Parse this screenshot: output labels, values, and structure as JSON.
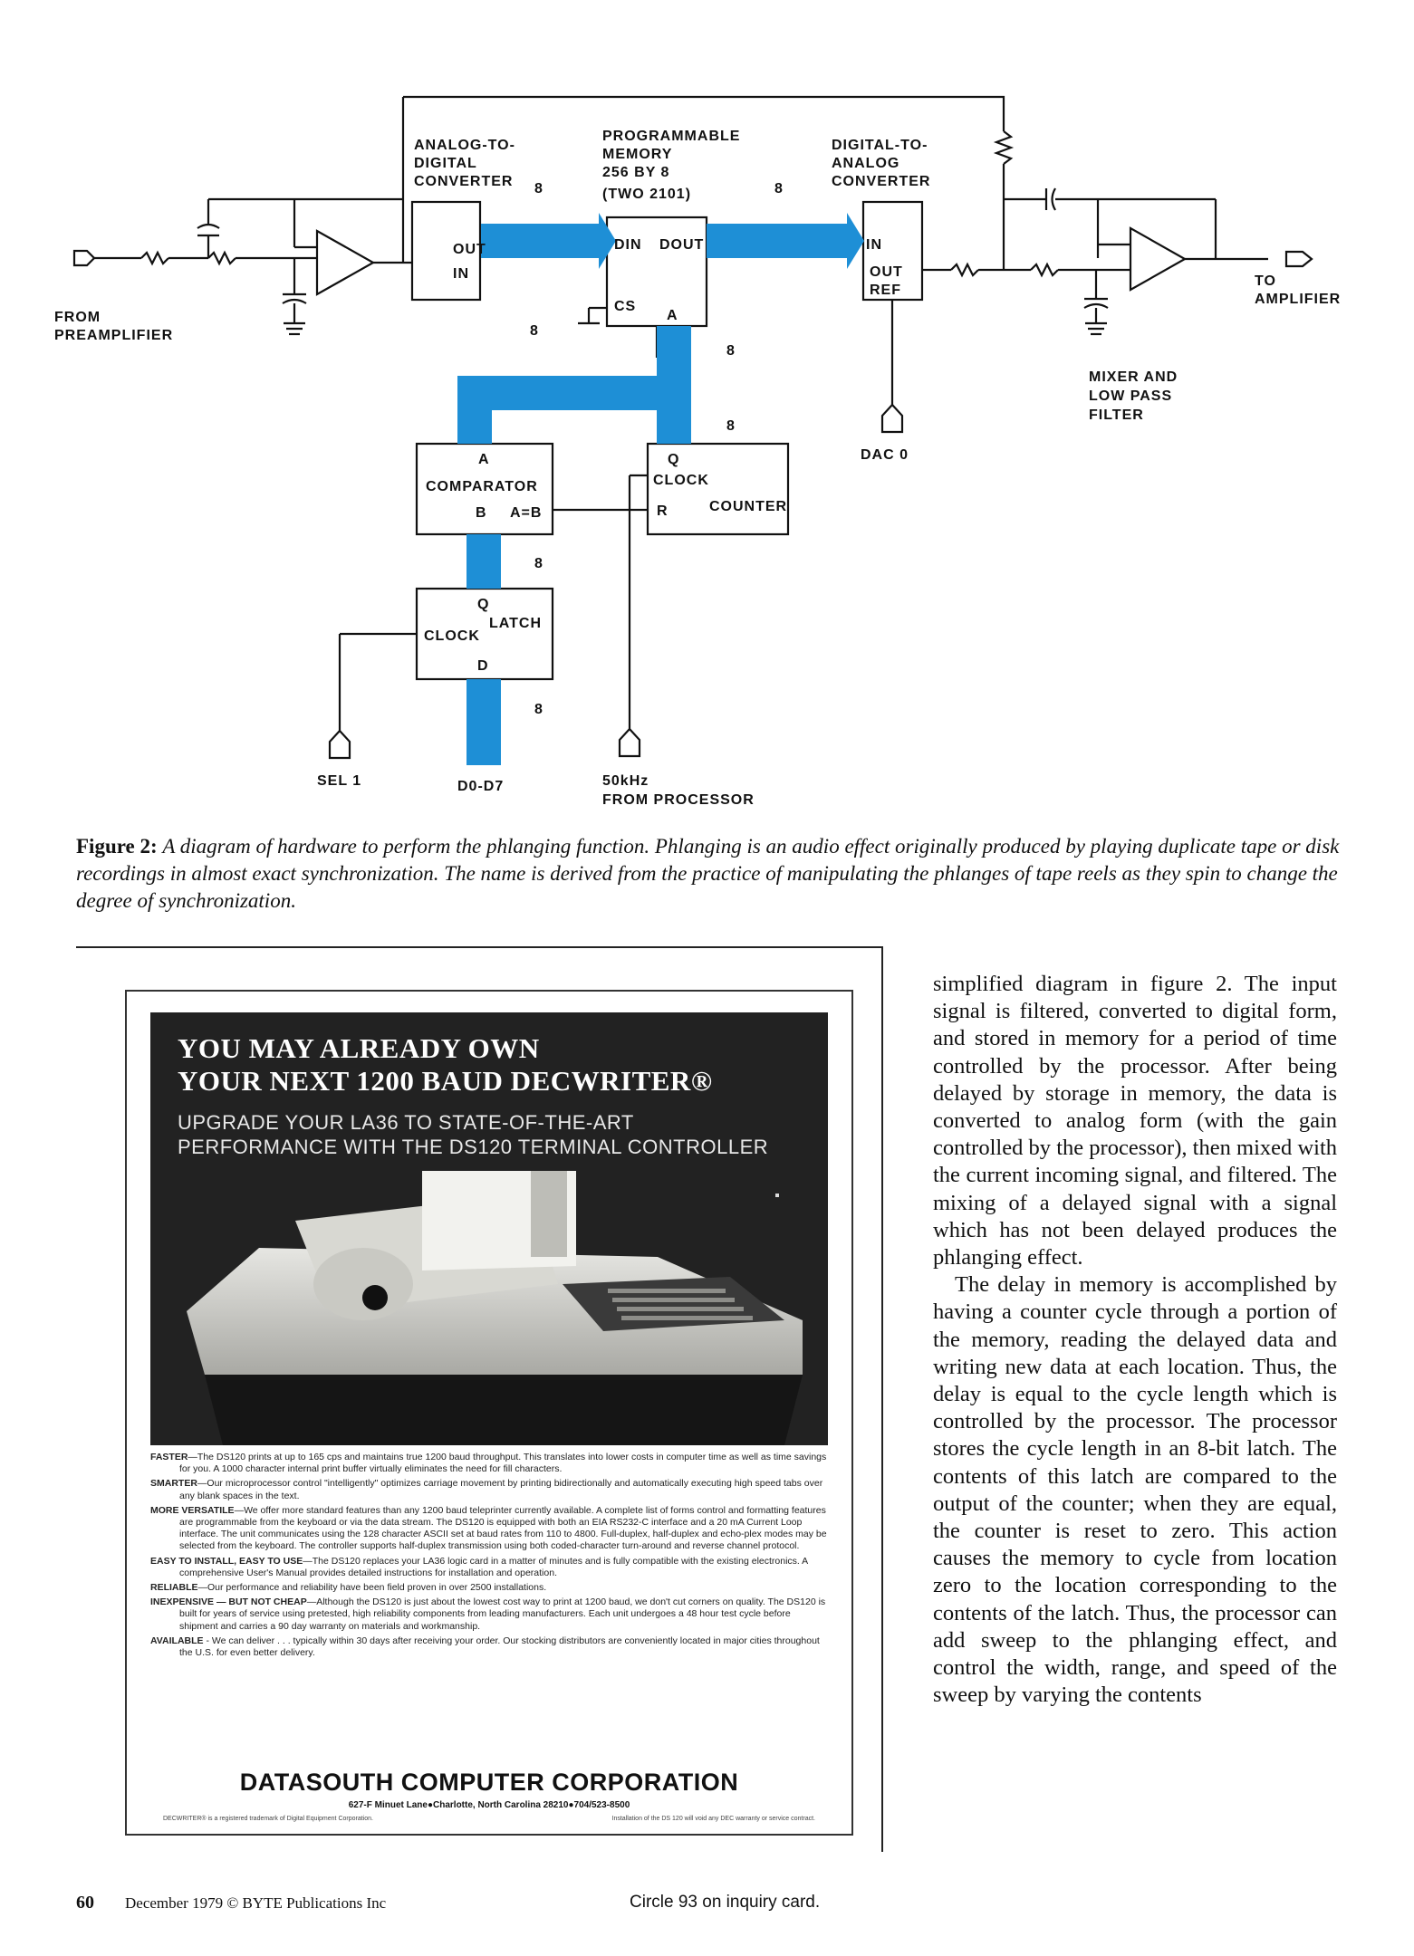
{
  "diagram": {
    "labels": {
      "adc": "ANALOG-TO-DIGITAL CONVERTER",
      "adc_lines": [
        "ANALOG-TO-",
        "DIGITAL",
        "CONVERTER"
      ],
      "memory_lines": [
        "PROGRAMMABLE",
        "MEMORY",
        "256 BY 8",
        "(TWO 2101)"
      ],
      "dac_lines": [
        "DIGITAL-TO-",
        "ANALOG",
        "CONVERTER"
      ],
      "bus_width": "8",
      "adc_out": "OUT",
      "adc_in": "IN",
      "mem_din": "DIN",
      "mem_dout": "DOUT",
      "mem_cs": "CS",
      "mem_a": "A",
      "dac_in": "IN",
      "dac_out": "OUT",
      "dac_ref": "REF",
      "dac0": "DAC 0",
      "comparator_a": "A",
      "comparator": "COMPARATOR",
      "comparator_b": "B",
      "comparator_eq": "A=B",
      "counter_q": "Q",
      "counter_clock": "CLOCK",
      "counter": "COUNTER",
      "counter_r": "R",
      "latch_q": "Q",
      "latch_clock": "CLOCK",
      "latch": "LATCH",
      "latch_d": "D",
      "sel1": "SEL 1",
      "d0d7": "D0-D7",
      "clock_src_lines": [
        "50kHz",
        "FROM PROCESSOR"
      ],
      "from_preamp_lines": [
        "FROM",
        "PREAMPLIFIER"
      ],
      "to_amp_lines": [
        "TO",
        "AMPLIFIER"
      ],
      "mixer_lines": [
        "MIXER AND",
        "LOW PASS",
        "FILTER"
      ]
    },
    "colors": {
      "bus": "#1e8fd6",
      "wire": "#111111"
    }
  },
  "caption": {
    "label": "Figure 2:",
    "text": "A diagram of hardware to perform the phlanging function. Phlanging is an audio effect originally produced by playing duplicate tape or disk recordings in almost exact synchronization. The name is derived from the practice of manipulating the phlanges of tape reels as they spin to change the degree of synchronization."
  },
  "ad": {
    "headline": [
      "YOU MAY ALREADY OWN",
      "YOUR NEXT 1200 BAUD DECWRITER®"
    ],
    "subhead": [
      "UPGRADE YOUR LA36 TO STATE-OF-THE-ART",
      "PERFORMANCE WITH THE DS120 TERMINAL CONTROLLER"
    ],
    "paragraphs": [
      {
        "key": "FASTER",
        "text": "—The DS120 prints at up to 165 cps and maintains true 1200 baud throughput. This translates into lower costs in computer time as well as time savings for you. A 1000 character internal print buffer virtually eliminates the need for fill characters."
      },
      {
        "key": "SMARTER",
        "text": "—Our microprocessor control \"intelligently\" optimizes carriage movement by printing bidirectionally and automatically executing high speed tabs over any blank spaces in the text."
      },
      {
        "key": "MORE VERSATILE",
        "text": "—We offer more standard features than any 1200 baud teleprinter currently available. A complete list of forms control and formatting features are programmable from the keyboard or via the data stream. The DS120 is equipped with both an EIA RS232-C interface and a 20 mA Current Loop interface. The unit communicates using the 128 character ASCII set at baud rates from 110 to 4800. Full-duplex, half-duplex and echo-plex modes may be selected from the keyboard. The controller supports half-duplex transmission using both coded-character turn-around and reverse channel protocol."
      },
      {
        "key": "EASY TO INSTALL, EASY TO USE",
        "text": "—The DS120 replaces your LA36 logic card in a matter of minutes and is fully compatible with the existing electronics. A comprehensive User's Manual provides detailed instructions for installation and operation."
      },
      {
        "key": "RELIABLE",
        "text": "—Our performance and reliability have been field proven in over 2500 installations."
      },
      {
        "key": "INEXPENSIVE — BUT NOT CHEAP",
        "text": "—Although the DS120 is just about the lowest cost way to print at 1200 baud, we don't cut corners on quality. The DS120 is built for years of service using pretested, high reliability components from leading manufacturers. Each unit undergoes a 48 hour test cycle before shipment and carries a 90 day warranty on materials and workmanship."
      },
      {
        "key": "AVAILABLE",
        "text": " - We can deliver . . . typically within 30 days after receiving your order. Our stocking distributors are conveniently located in major cities throughout the U.S. for even better delivery."
      }
    ],
    "corporation": "DATASOUTH COMPUTER CORPORATION",
    "address": "627-F Minuet Lane●Charlotte, North Carolina 28210●704/523-8500",
    "fine_left": "DECWRITER® is a registered trademark of Digital Equipment Corporation.",
    "fine_right": "Installation of the DS 120 will void any DEC warranty or service contract."
  },
  "body": {
    "paragraphs": [
      "simplified diagram in figure 2. The input signal is filtered, converted to digital form, and stored in memory for a period of time controlled by the processor. After being delayed by storage in memory, the data is converted to analog form (with the gain controlled by the processor), then mixed with the current incoming signal, and filtered. The mixing of a delayed signal with a signal which has not been delayed produces the phlanging effect.",
      "The delay in memory is accomplished by having a counter cycle through a portion of the memory, reading the delayed data and writing new data at each location. Thus, the delay is equal to the cycle length which is controlled by the processor. The processor stores the cycle length in an 8-bit latch. The contents of this latch are compared to the output of the counter; when they are equal, the counter is reset to zero. This action causes the memory to cycle from location zero to the location corresponding to the contents of the latch. Thus, the processor can add sweep to the phlanging effect, and control the width, range, and speed of the sweep by varying the contents"
    ]
  },
  "footer": {
    "page_number": "60",
    "date_line": "December 1979 © BYTE Publications Inc",
    "inquiry": "Circle 93 on inquiry card."
  }
}
